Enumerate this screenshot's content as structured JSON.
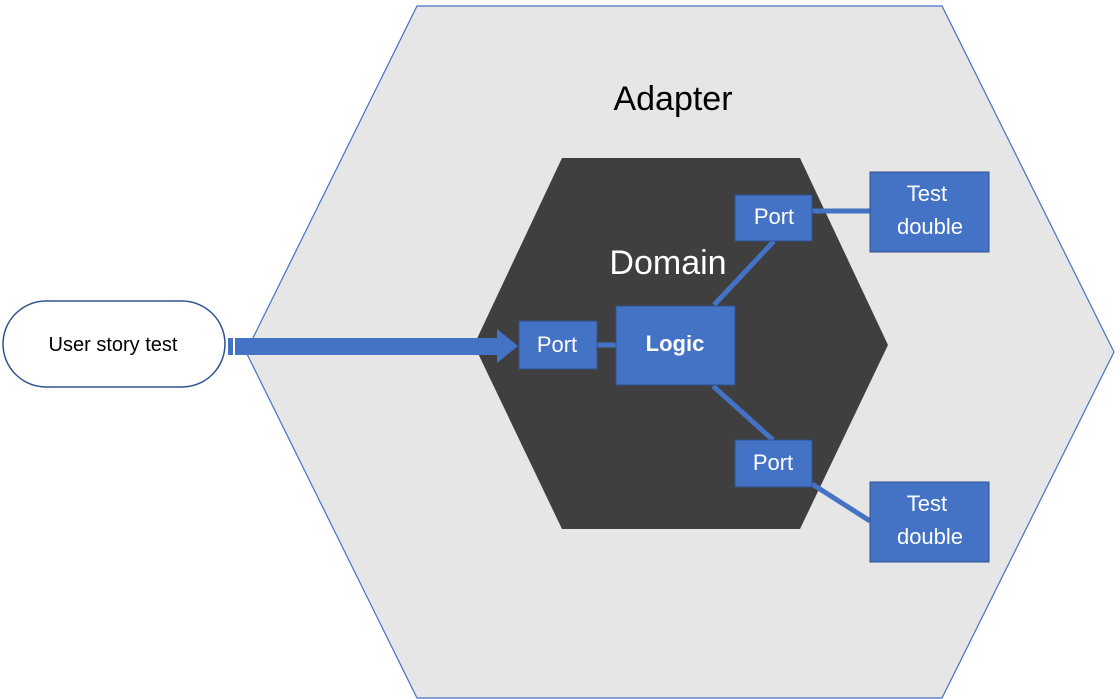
{
  "labels": {
    "adapter": "Adapter",
    "domain": "Domain",
    "logic": "Logic",
    "port_input": "Port",
    "port_top": "Port",
    "port_bottom": "Port",
    "user_story_test": "User story test",
    "test_double_top": [
      "Test",
      "double"
    ],
    "test_double_bottom": [
      "Test",
      "double"
    ]
  },
  "colors": {
    "adapter_fill": "#e7e6e6",
    "adapter_stroke": "#4472c4",
    "domain_fill": "#3f3f3f",
    "box_fill": "#4472c4",
    "box_stroke": "#2f528f",
    "connector": "#4472c4",
    "text_dark": "#000000",
    "text_light": "#ffffff"
  }
}
